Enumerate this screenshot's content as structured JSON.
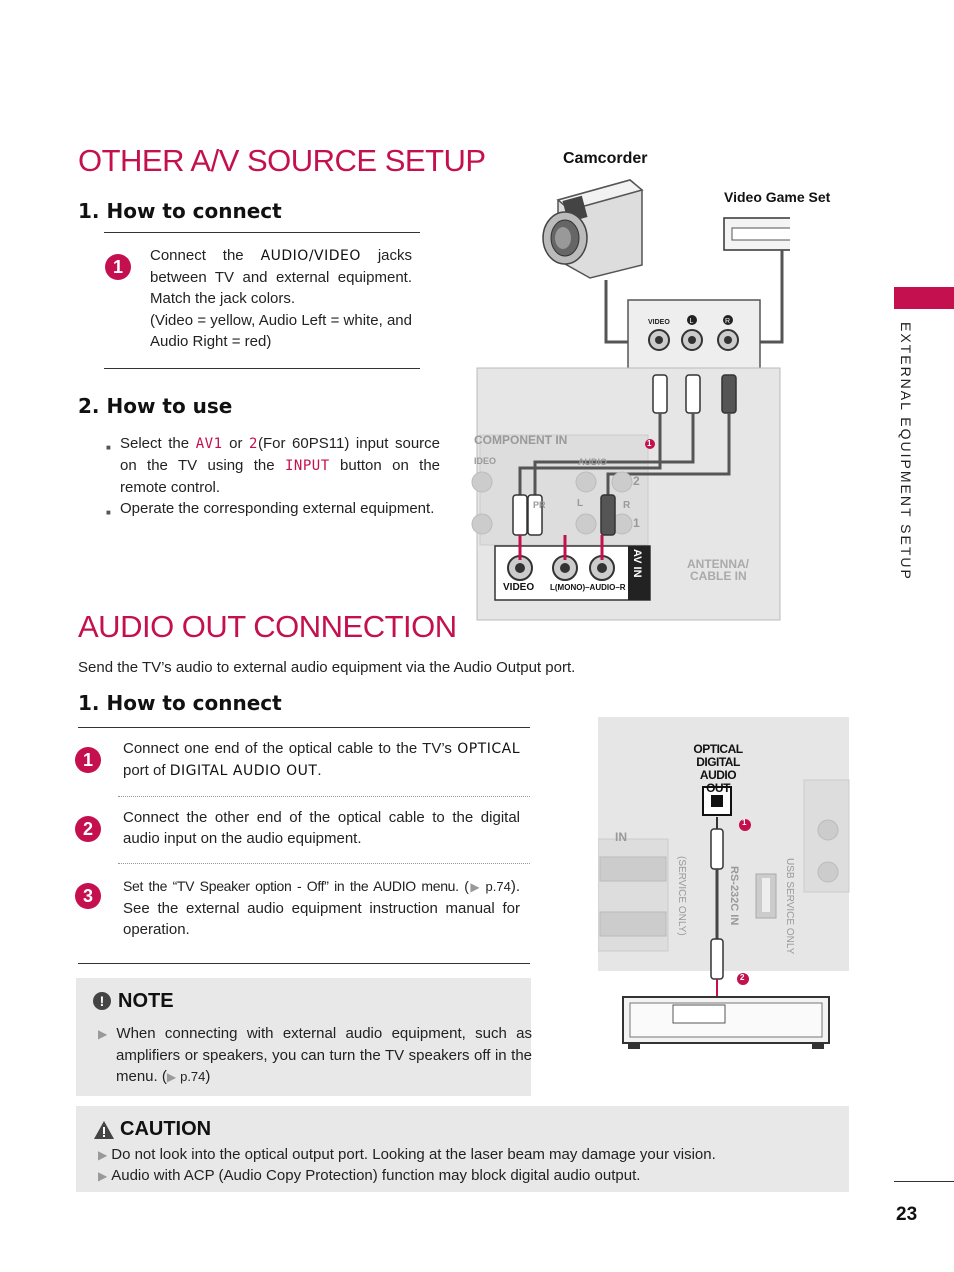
{
  "side_tab": "EXTERNAL EQUIPMENT SETUP",
  "page_number": "23",
  "section1": {
    "title": "OTHER A/V SOURCE SETUP",
    "how_to_connect": "1. How to connect",
    "step1": {
      "number": "1",
      "line1_prefix": "Connect the",
      "line1_key": "AUDIO/VIDEO",
      "line1_suffix": "jacks between TV and external equipment. Match the jack colors.",
      "line2": "(Video = yellow, Audio Left = white, and Audio Right = red)"
    },
    "how_to_use": "2. How to use",
    "use_items": [
      {
        "prefix": "Select the",
        "key1": "AV1",
        "mid": "or",
        "key2": "2",
        "after": "(For 60PS11) input source on the TV using the",
        "key3": "INPUT",
        "suffix": "button on the remote control."
      },
      {
        "text": "Operate the corresponding external equipment."
      }
    ],
    "diagram": {
      "camcorder": "Camcorder",
      "video_game": "Video Game Set",
      "jack_video": "VIDEO",
      "jack_l": "L",
      "jack_r": "R",
      "component_in": "COMPONENT IN",
      "video_small": "IDEO",
      "audio_small": "AUDIO",
      "pr": "PR",
      "l": "L",
      "r": "R",
      "num2": "2",
      "num1": "1",
      "callout": "1",
      "av_in": "AV IN",
      "av_video": "VIDEO",
      "av_audio": "L(MONO)–AUDIO–R",
      "antenna": "ANTENNA/",
      "cable_in": "CABLE IN"
    }
  },
  "section2": {
    "title": "AUDIO OUT CONNECTION",
    "intro": "Send the TV’s audio to external audio equipment via the Audio Output port.",
    "how_to_connect": "1. How to connect",
    "steps": [
      {
        "number": "1",
        "prefix": "Connect one end of the optical cable to the TV’s",
        "key1": "OPTICAL",
        "mid": "port of",
        "key2": "DIGITAL AUDIO OUT",
        "suffix": "."
      },
      {
        "number": "2",
        "text": "Connect the other end of the optical cable to the digital audio input on the audio equipment."
      },
      {
        "number": "3",
        "prefix": "Set the “TV Speaker option - Off” in the AUDIO menu. (",
        "ref": "p.74",
        "suffix": "). See the external audio equipment instruction manual for operation."
      }
    ],
    "diagram": {
      "optical_label": "OPTICAL\nDIGITAL\nAUDIO OUT",
      "hdmi_in": "IN",
      "rs232": "RS-232C IN",
      "service_only": "(SERVICE ONLY)",
      "usb": "USB SERVICE ONLY",
      "callout1": "1",
      "callout2": "2"
    }
  },
  "note": {
    "title": "NOTE",
    "text": "When connecting with external audio equipment, such as amplifiers or speakers, you can turn the TV speakers off in the menu.  (",
    "ref": "p.74",
    "end": ")"
  },
  "caution": {
    "title": "CAUTION",
    "items": [
      "Do not look into the optical output port. Looking at the laser beam may damage your vision.",
      "Audio with ACP (Audio Copy Protection) function may block digital audio output."
    ]
  }
}
